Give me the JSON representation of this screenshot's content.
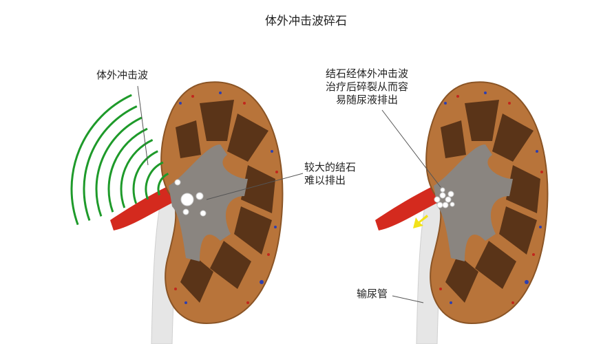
{
  "title": "体外冲击波碎石",
  "labels": {
    "shockwave": "体外冲击波",
    "large_stone_line1": "较大的结石",
    "large_stone_line2": "难以排出",
    "fragmented_line1": "结石经体外冲击波",
    "fragmented_line2": "治疗后碎裂从而容",
    "fragmented_line3": "易随尿液排出",
    "ureter": "输尿管"
  },
  "colors": {
    "cortex": "#b8743a",
    "pyramid": "#5a3418",
    "pelvis": "#8a8580",
    "artery": "#d42a1e",
    "shockwave": "#1e9a2a",
    "arrow": "#f2e21a"
  }
}
